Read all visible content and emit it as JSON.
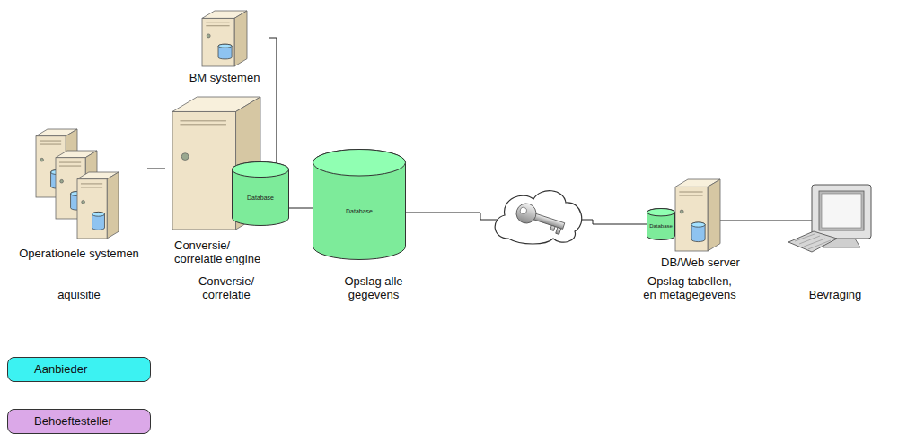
{
  "diagram": {
    "nodes": [
      {
        "text": [
          "aquisitie"
        ]
      },
      {
        "text": [
          "Operationele systemen"
        ],
        "in": 0
      },
      {
        "text": [
          "Conversie/ correlatie"
        ]
      },
      {
        "text": [
          "BM systemen"
        ],
        "in": 2
      },
      {
        "text": [
          "Conversie/ correlatie engine"
        ],
        "in": 2
      },
      {
        "text": [
          "Database"
        ],
        "in": 2
      },
      {
        "text": [
          "Opslag alle gegevens"
        ]
      },
      {
        "text": [
          "Database"
        ],
        "in": 6
      },
      {
        "text": [
          "Opslag tabellen, en metagegevens"
        ]
      },
      {
        "text": [
          "DB/Web server"
        ],
        "in": 8
      },
      {
        "text": [
          "Database"
        ],
        "in": 8
      },
      {
        "text": [
          "Bevraging"
        ]
      }
    ],
    "edges": [
      {
        "from": 1,
        "to": 4,
        "arrow": "none"
      },
      {
        "from": 3,
        "to": 5,
        "arrow": "none"
      },
      {
        "from": 5,
        "to": 7,
        "arrow": "none"
      },
      {
        "from": 7,
        "to": 10,
        "arrow": "none"
      }
    ],
    "legend": [
      {
        "text": "Aanbieder",
        "color": "#3cf2f2"
      },
      {
        "text": "Behoeftesteller",
        "color": "#dba8e8"
      }
    ]
  }
}
